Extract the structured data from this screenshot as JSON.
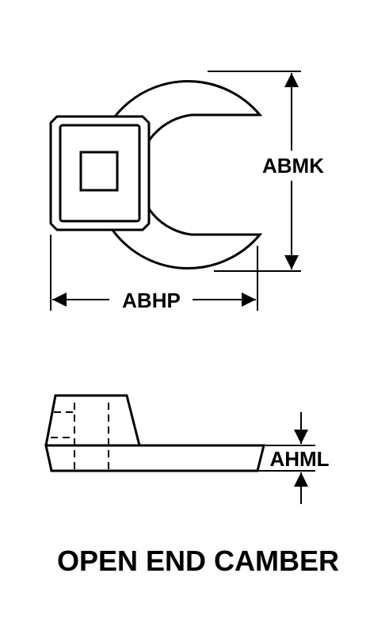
{
  "labels": {
    "abmk": "ABMK",
    "abhp": "ABHP",
    "ahml": "AHML",
    "caption": "OPEN END CAMBER"
  },
  "colors": {
    "ink": "#000000",
    "paper": "#ffffff"
  }
}
